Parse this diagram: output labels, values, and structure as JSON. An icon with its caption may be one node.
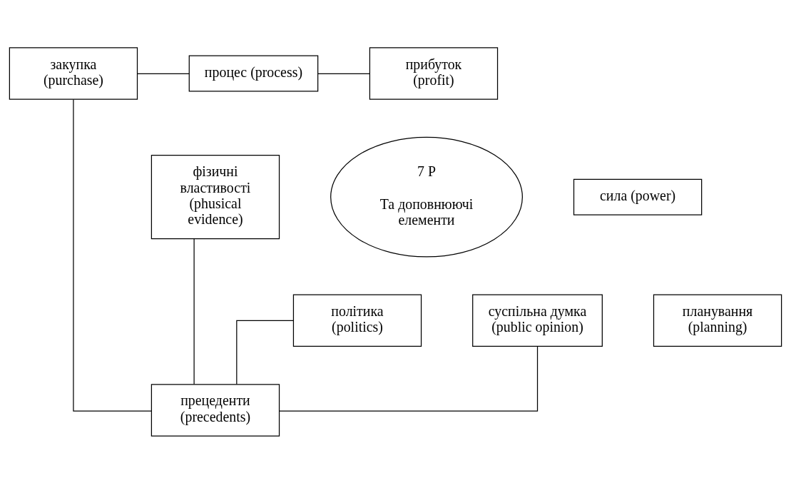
{
  "diagram": {
    "nodes": [
      {
        "text": [
          "закупка (purchase)"
        ]
      },
      {
        "text": [
          "процес (process)"
        ]
      },
      {
        "text": [
          "прибуток (profit)"
        ]
      },
      {
        "text": [
          "фізичні властивості (phusical evidence)"
        ]
      },
      {
        "text": [
          "7 P",
          "Та доповнюючі елементи"
        ]
      },
      {
        "text": [
          "сила (power)"
        ]
      },
      {
        "text": [
          "політика (politics)"
        ]
      },
      {
        "text": [
          "планування (planning)"
        ]
      },
      {
        "text": [
          "суспільна думка (public opinion)"
        ]
      },
      {
        "text": [
          "прецеденти (precedents)"
        ]
      }
    ],
    "edges": [
      {
        "from": 0,
        "to": 1,
        "arrow": "none"
      },
      {
        "from": 1,
        "to": 2,
        "arrow": "none"
      },
      {
        "from": 0,
        "to": 9,
        "arrow": "none"
      },
      {
        "from": 3,
        "to": 9,
        "arrow": "none"
      },
      {
        "from": 6,
        "to": 9,
        "arrow": "none"
      },
      {
        "from": 9,
        "to": 8,
        "arrow": "none"
      }
    ]
  }
}
